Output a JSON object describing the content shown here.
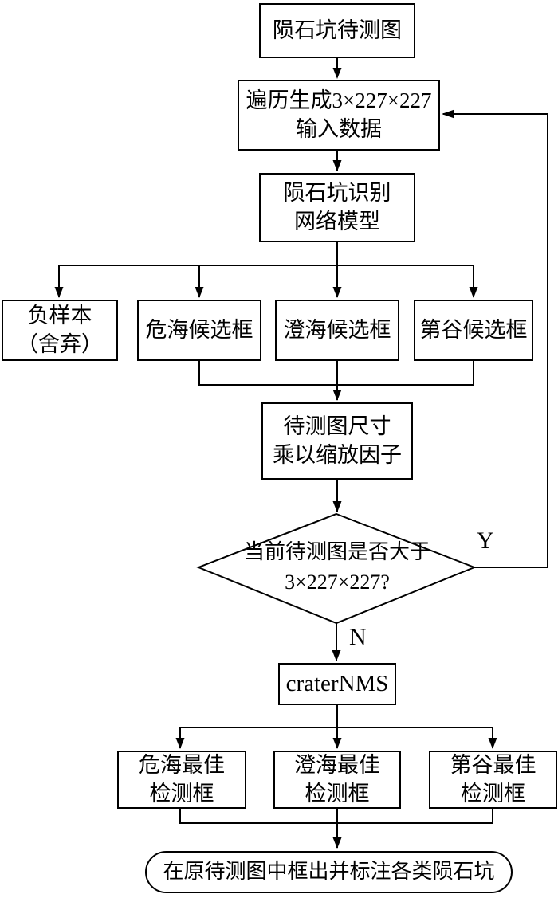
{
  "figure": {
    "title": "crater detection flowchart",
    "colors": {
      "stroke": "#000000",
      "background": "#ffffff"
    },
    "nodes": {
      "source": {
        "text": "陨石坑待测图"
      },
      "generate": {
        "line1": "遍历生成3×227×227",
        "line2": "输入数据"
      },
      "network": {
        "line1": "陨石坑识别",
        "line2": "网络模型"
      },
      "negative": {
        "line1": "负样本",
        "line2": "（舍弃）"
      },
      "cand_weihai": {
        "text": "危海候选框"
      },
      "cand_chenghai": {
        "text": "澄海候选框"
      },
      "cand_digu": {
        "text": "第谷候选框"
      },
      "scale": {
        "line1": "待测图尺寸",
        "line2": "乘以缩放因子"
      },
      "decision": {
        "line1": "当前待测图是否大于",
        "line2": "3×227×227?"
      },
      "nms": {
        "text": "craterNMS"
      },
      "best_weihai": {
        "line1": "危海最佳",
        "line2": "检测框"
      },
      "best_chenghai": {
        "line1": "澄海最佳",
        "line2": "检测框"
      },
      "best_digu": {
        "line1": "第谷最佳",
        "line2": "检测框"
      },
      "output": {
        "text": "在原待测图中框出并标注各类陨石坑"
      }
    },
    "labels": {
      "yes": "Y",
      "no": "N"
    }
  }
}
